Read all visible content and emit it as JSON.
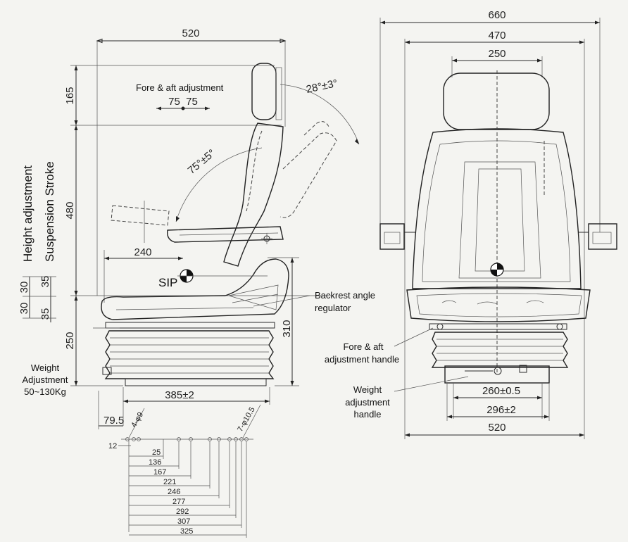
{
  "overall": {
    "depth": "520",
    "width": "660",
    "inner_width": "470",
    "headrest_width": "250",
    "base_width": "520"
  },
  "side_view": {
    "headrest_height": "165",
    "backrest_height": "480",
    "base_height": "250",
    "rear_height": "310",
    "sip_to_front": "240",
    "base_length": "385±2",
    "front_offset": "79.5",
    "height_adj_upper": "30",
    "height_adj_lower": "30",
    "suspension_upper": "35",
    "suspension_lower": "35",
    "sip_label": "SIP",
    "backrest_angle": "75°±5°",
    "headrest_angle": "28°±3°",
    "fore_aft_values": "75  75"
  },
  "front_view": {
    "rail_spacing": "260±0.5",
    "mount_width": "296±2"
  },
  "mounting": {
    "hole_front": "4-φ9",
    "hole_rear": "7-φ10.5",
    "offset": "12",
    "hole_positions": [
      "25",
      "136",
      "167",
      "221",
      "246",
      "277",
      "292",
      "307",
      "325"
    ]
  },
  "labels": {
    "fore_aft": "Fore & aft adjustment",
    "height_adjustment": "Height adjustment",
    "suspension_stroke": "Suspension Stroke",
    "weight_adjustment_line1": "Weight",
    "weight_adjustment_line2": "Adjustment",
    "weight_range": "50~130Kg",
    "backrest_regulator_line1": "Backrest angle",
    "backrest_regulator_line2": "regulator",
    "fore_aft_handle_line1": "Fore & aft",
    "fore_aft_handle_line2": "adjustment handle",
    "weight_handle_line1": "Weight",
    "weight_handle_line2": "adjustment",
    "weight_handle_line3": "handle"
  }
}
